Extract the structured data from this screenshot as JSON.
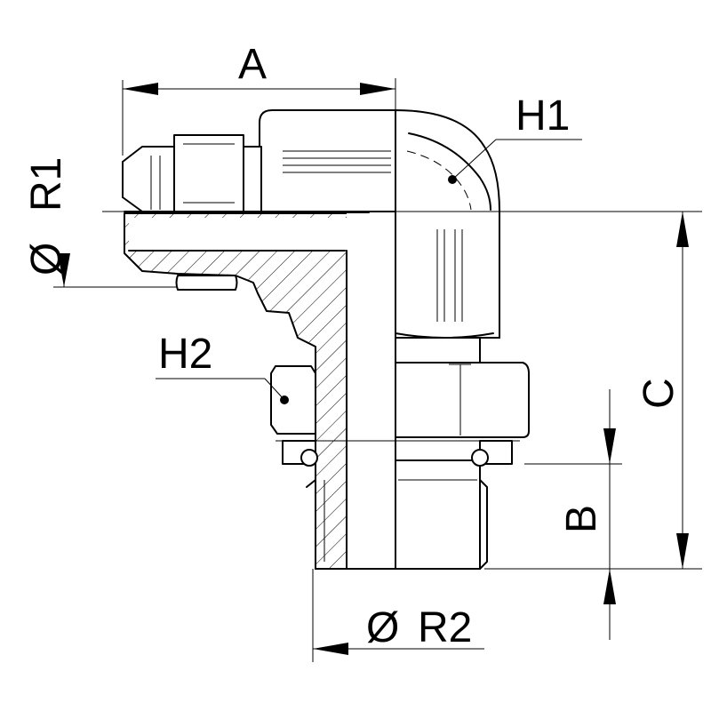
{
  "labels": {
    "A": "A",
    "B": "B",
    "C": "C",
    "H1": "H1",
    "H2": "H2",
    "R1": "R1",
    "R2": "R2",
    "diameter_symbol": "Ø"
  }
}
